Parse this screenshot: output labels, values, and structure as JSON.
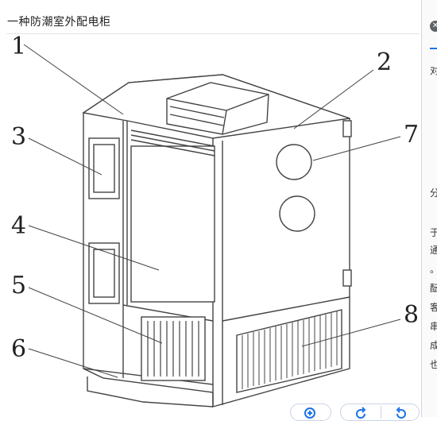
{
  "viewer": {
    "title": "一种防潮室外配电柜",
    "labels": [
      "1",
      "2",
      "3",
      "4",
      "5",
      "6",
      "7",
      "8"
    ]
  },
  "side_panel": {
    "fragments": [
      "对",
      "分",
      "于",
      "通",
      "。",
      "酝",
      "客",
      "串",
      "成",
      "也"
    ]
  },
  "controls": {
    "zoom_icon": "zoom-in-icon",
    "rotate_icon": "rotate-right-icon",
    "undo_icon": "undo-icon"
  },
  "colors": {
    "accent": "#1a73e8",
    "line": "#444444"
  }
}
